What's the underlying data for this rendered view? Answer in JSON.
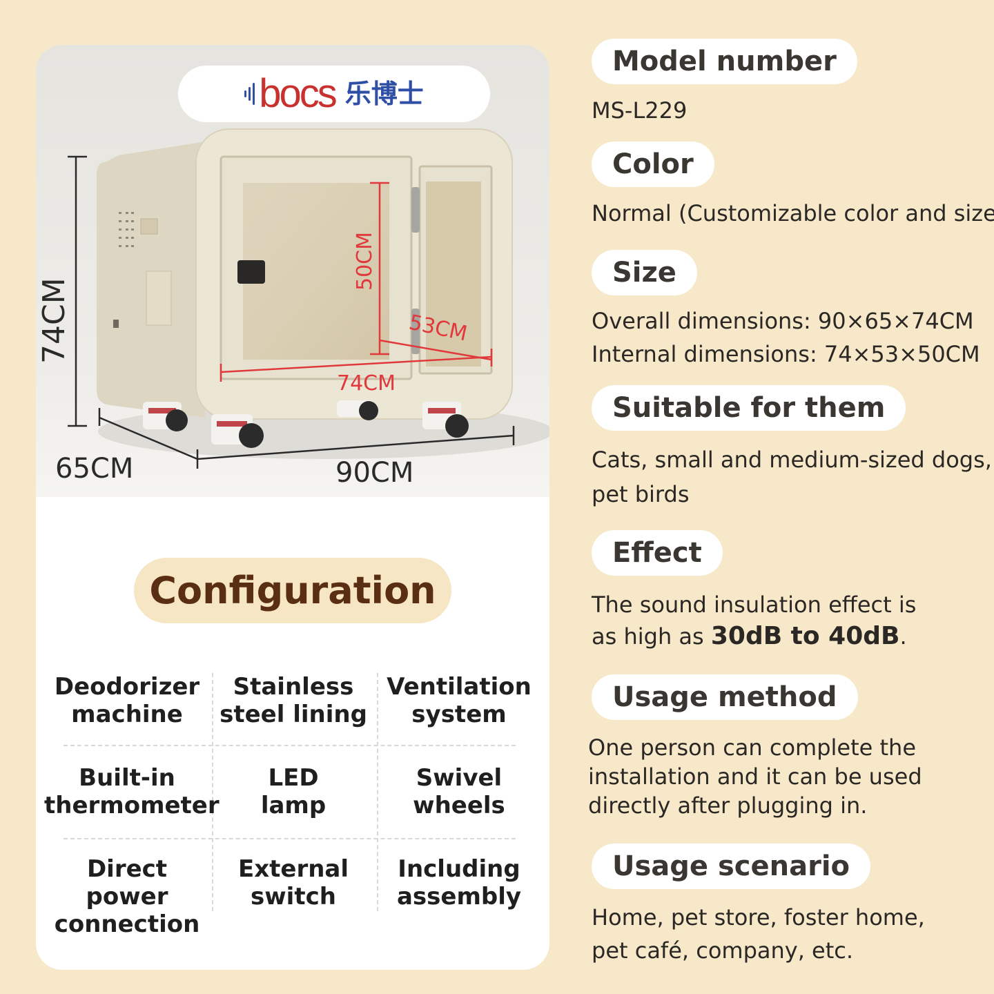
{
  "brand": {
    "wordmark": "bocs",
    "cn_name": "乐博士",
    "colors": {
      "wordmark": "#c8312e",
      "accent": "#2f4fa6"
    }
  },
  "dimensions": {
    "height_outer": "74CM",
    "depth_outer": "65CM",
    "width_outer": "90CM",
    "height_inner": "50CM",
    "depth_inner": "53CM",
    "width_inner": "74CM"
  },
  "configuration": {
    "title": "Configuration",
    "items": [
      [
        "Deodorizer",
        "machine"
      ],
      [
        "Stainless",
        "steel lining"
      ],
      [
        "Ventilation",
        "system"
      ],
      [
        "Built-in",
        "thermometer"
      ],
      [
        "LED",
        "lamp"
      ],
      [
        "Swivel",
        "wheels"
      ],
      [
        "Direct power",
        "connection"
      ],
      [
        "External",
        "switch"
      ],
      [
        "Including",
        "assembly"
      ]
    ]
  },
  "specs": {
    "model": {
      "label": "Model number",
      "value": "MS-L229"
    },
    "color": {
      "label": "Color",
      "value": "Normal (Customizable color and size)"
    },
    "size": {
      "label": "Size",
      "overall": "Overall dimensions: 90×65×74CM",
      "internal": "Internal dimensions: 74×53×50CM"
    },
    "suitable": {
      "label": "Suitable for them",
      "line1": "Cats, small and medium-sized dogs,",
      "line2": "pet birds"
    },
    "effect": {
      "label": "Effect",
      "line1": "The sound insulation effect is",
      "line2_pre": "as high as ",
      "line2_bold": "30dB to 40dB",
      "line2_post": "."
    },
    "usage_method": {
      "label": "Usage method",
      "line1": "One person can complete the",
      "line2": "installation and it can be used",
      "line3": "directly after plugging in."
    },
    "usage_scenario": {
      "label": "Usage scenario",
      "line1": "Home, pet store, foster home,",
      "line2": "pet café, company, etc."
    }
  }
}
